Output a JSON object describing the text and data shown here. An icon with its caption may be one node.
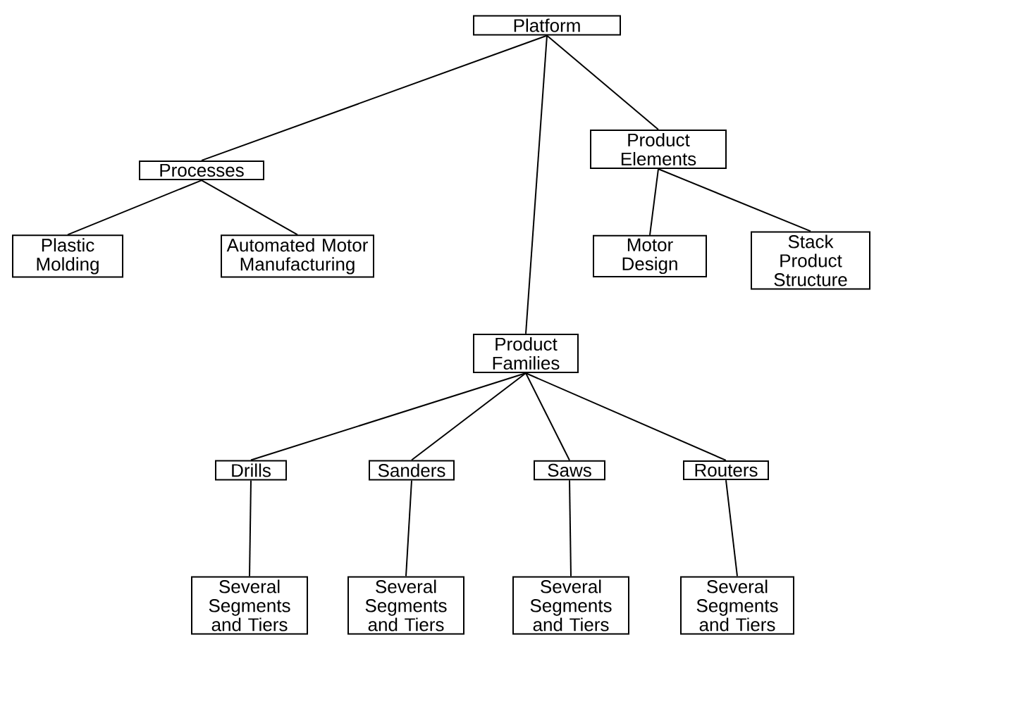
{
  "diagram": {
    "nodes": [
      {
        "text": [
          "Platform"
        ]
      },
      {
        "text": [
          "Processes"
        ]
      },
      {
        "text": [
          "Product Elements"
        ]
      },
      {
        "text": [
          "Plastic Molding"
        ]
      },
      {
        "text": [
          "Automated Motor Manufacturing"
        ]
      },
      {
        "text": [
          "Motor Design"
        ]
      },
      {
        "text": [
          "Stack Product Structure"
        ]
      },
      {
        "text": [
          "Product Families"
        ]
      },
      {
        "text": [
          "Drills"
        ]
      },
      {
        "text": [
          "Sanders"
        ]
      },
      {
        "text": [
          "Saws"
        ]
      },
      {
        "text": [
          "Routers"
        ]
      },
      {
        "text": [
          "Several Segments and Tiers"
        ]
      },
      {
        "text": [
          "Several Segments and Tiers"
        ]
      },
      {
        "text": [
          "Several Segments and Tiers"
        ]
      },
      {
        "text": [
          "Several Segments and Tiers"
        ]
      }
    ],
    "edges": [
      {
        "from": 0,
        "to": 1,
        "arrow": "none"
      },
      {
        "from": 0,
        "to": 7,
        "arrow": "none"
      },
      {
        "from": 0,
        "to": 2,
        "arrow": "none"
      },
      {
        "from": 1,
        "to": 3,
        "arrow": "none"
      },
      {
        "from": 1,
        "to": 4,
        "arrow": "none"
      },
      {
        "from": 2,
        "to": 5,
        "arrow": "none"
      },
      {
        "from": 2,
        "to": 6,
        "arrow": "none"
      },
      {
        "from": 7,
        "to": 8,
        "arrow": "none"
      },
      {
        "from": 7,
        "to": 9,
        "arrow": "none"
      },
      {
        "from": 7,
        "to": 10,
        "arrow": "none"
      },
      {
        "from": 7,
        "to": 11,
        "arrow": "none"
      },
      {
        "from": 8,
        "to": 12,
        "arrow": "none"
      },
      {
        "from": 9,
        "to": 13,
        "arrow": "none"
      },
      {
        "from": 10,
        "to": 14,
        "arrow": "none"
      },
      {
        "from": 11,
        "to": 15,
        "arrow": "none"
      }
    ]
  }
}
